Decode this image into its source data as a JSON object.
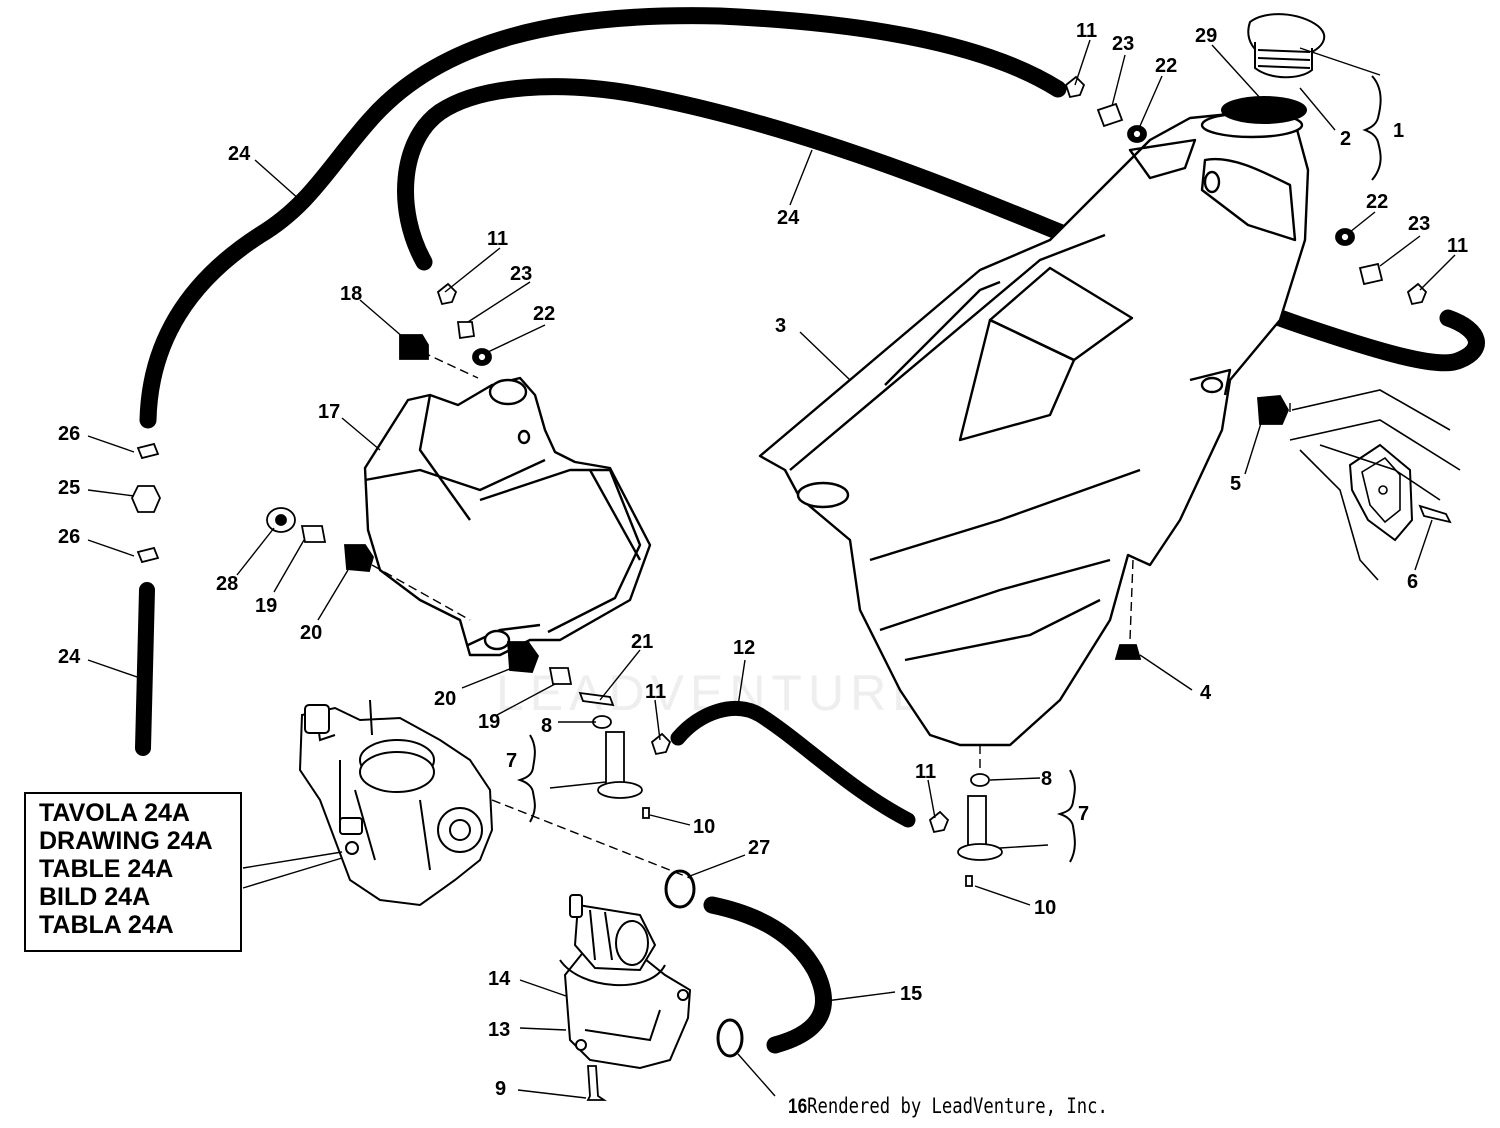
{
  "reference_box": {
    "lines": [
      "TAVOLA 24A",
      "DRAWING 24A",
      "TABLE 24A",
      "BILD 24A",
      "TABLA 24A"
    ]
  },
  "credit": {
    "prefix": "16",
    "text": "Rendered by LeadVenture, Inc."
  },
  "watermark": {
    "text": "LEADVENTURE"
  },
  "callouts": [
    {
      "id": "c-11a",
      "label": "11"
    },
    {
      "id": "c-23a",
      "label": "23"
    },
    {
      "id": "c-22a",
      "label": "22"
    },
    {
      "id": "c-29",
      "label": "29"
    },
    {
      "id": "c-2",
      "label": "2"
    },
    {
      "id": "c-1",
      "label": "1"
    },
    {
      "id": "c-24a",
      "label": "24"
    },
    {
      "id": "c-24b",
      "label": "24"
    },
    {
      "id": "c-11b",
      "label": "11"
    },
    {
      "id": "c-23b",
      "label": "23"
    },
    {
      "id": "c-22b",
      "label": "22"
    },
    {
      "id": "c-18",
      "label": "18"
    },
    {
      "id": "c-22c",
      "label": "22"
    },
    {
      "id": "c-23c",
      "label": "23"
    },
    {
      "id": "c-11c",
      "label": "11"
    },
    {
      "id": "c-3",
      "label": "3"
    },
    {
      "id": "c-17",
      "label": "17"
    },
    {
      "id": "c-26a",
      "label": "26"
    },
    {
      "id": "c-25",
      "label": "25"
    },
    {
      "id": "c-26b",
      "label": "26"
    },
    {
      "id": "c-5",
      "label": "5"
    },
    {
      "id": "c-6",
      "label": "6"
    },
    {
      "id": "c-28",
      "label": "28"
    },
    {
      "id": "c-19a",
      "label": "19"
    },
    {
      "id": "c-20a",
      "label": "20"
    },
    {
      "id": "c-24c",
      "label": "24"
    },
    {
      "id": "c-21",
      "label": "21"
    },
    {
      "id": "c-12",
      "label": "12"
    },
    {
      "id": "c-20b",
      "label": "20"
    },
    {
      "id": "c-4",
      "label": "4"
    },
    {
      "id": "c-19b",
      "label": "19"
    },
    {
      "id": "c-11d",
      "label": "11"
    },
    {
      "id": "c-8a",
      "label": "8"
    },
    {
      "id": "c-7a",
      "label": "7"
    },
    {
      "id": "c-10a",
      "label": "10"
    },
    {
      "id": "c-11e",
      "label": "11"
    },
    {
      "id": "c-8b",
      "label": "8"
    },
    {
      "id": "c-7b",
      "label": "7"
    },
    {
      "id": "c-27",
      "label": "27"
    },
    {
      "id": "c-10b",
      "label": "10"
    },
    {
      "id": "c-14",
      "label": "14"
    },
    {
      "id": "c-15",
      "label": "15"
    },
    {
      "id": "c-13",
      "label": "13"
    },
    {
      "id": "c-9",
      "label": "9"
    }
  ]
}
